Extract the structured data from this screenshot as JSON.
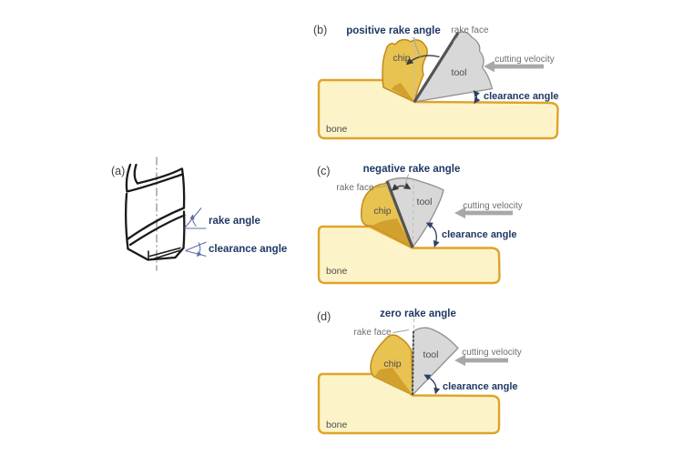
{
  "panels": {
    "a": {
      "letter": "(a)",
      "rake_label": "rake angle",
      "clearance_label": "clearance angle"
    },
    "b": {
      "letter": "(b)",
      "title": "positive rake angle",
      "rake_face": "rake face",
      "cutting_velocity": "cutting velocity",
      "chip": "chip",
      "tool": "tool",
      "bone": "bone",
      "clearance_label": "clearance angle"
    },
    "c": {
      "letter": "(c)",
      "title": "negative rake angle",
      "rake_face": "rake face",
      "cutting_velocity": "cutting velocity",
      "chip": "chip",
      "tool": "tool",
      "bone": "bone",
      "clearance_label": "clearance angle"
    },
    "d": {
      "letter": "(d)",
      "title": "zero rake angle",
      "rake_face": "rake face",
      "cutting_velocity": "cutting velocity",
      "chip": "chip",
      "tool": "tool",
      "bone": "bone",
      "clearance_label": "clearance angle"
    }
  },
  "colors": {
    "label_navy": "#1F3864",
    "bone_fill": "#FCF3C9",
    "bone_stroke": "#DFA32B",
    "chip_fill": "#E9C351",
    "chip_shade": "#D2A02F",
    "tool_fill": "#D8D8D8",
    "tool_stroke": "#909090",
    "rake_edge": "#545454",
    "velocity_arrow": "#A8A8A8",
    "part_label_gray": "#4D4D4D",
    "annotation_gray": "#6E6E6E",
    "sketch_black": "#1A1A1A",
    "angle_arc": "#2F3F66"
  }
}
